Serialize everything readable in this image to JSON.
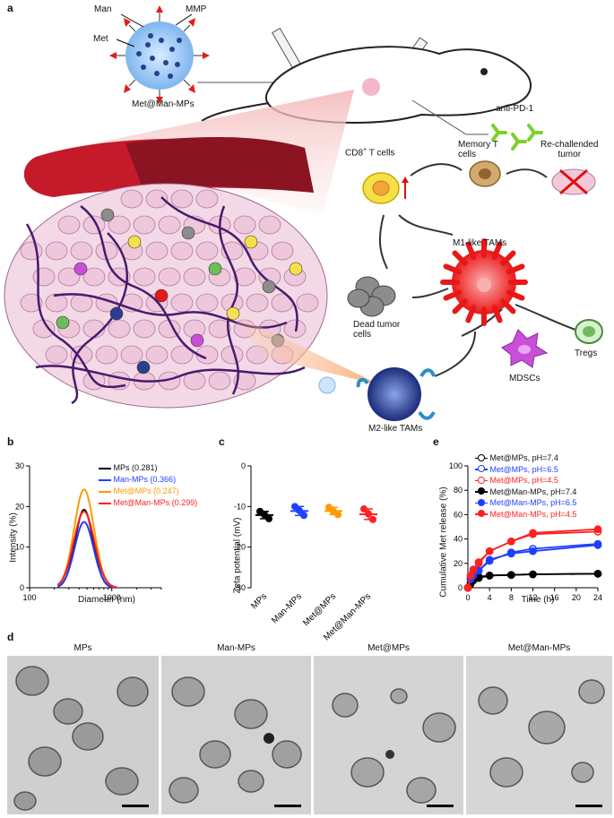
{
  "panel_a": {
    "label": "a",
    "particle_labels": {
      "man": "Man",
      "mmp": "MMP",
      "met": "Met",
      "name": "Met@Man-MPs"
    },
    "anti_pd1": "anti-PD-1",
    "cd8": "CD8",
    "cd8_sup": "+",
    "cd8_suffix": " T cells",
    "memory_t_1": "Memory T",
    "memory_t_2": "cells",
    "rechallenged_1": "Re-challended",
    "rechallenged_2": "tumor",
    "m1": "M1-like TAMs",
    "dead_1": "Dead tumor",
    "dead_2": "cells",
    "tregs": "Tregs",
    "mdscs": "MDSCs",
    "m2": "M2-like TAMs"
  },
  "panel_b": {
    "label": "b",
    "ylabel": "Intensity (%)",
    "xlabel": "Diameter (nm)",
    "yticks": [
      "0",
      "10",
      "20",
      "30"
    ],
    "xticks": [
      "100",
      "1000"
    ],
    "legend": [
      {
        "name": "MPs",
        "pdi": "(0.281)",
        "color": "#000000"
      },
      {
        "name": "Man-MPs",
        "pdi": "(0.366)",
        "color": "#1f3fff"
      },
      {
        "name": "Met@MPs",
        "pdi": "(0.247)",
        "color": "#ff9a00"
      },
      {
        "name": "Met@Man-MPs",
        "pdi": "(0.299)",
        "color": "#ff2020"
      }
    ]
  },
  "panel_c": {
    "label": "c",
    "ylabel": "Zeta potential (mV)",
    "yticks": [
      "0",
      "-10",
      "-20",
      "-30"
    ],
    "categories": [
      "MPs",
      "Man-MPs",
      "Met@MPs",
      "Met@Man-MPs"
    ]
  },
  "panel_e": {
    "label": "e",
    "ylabel": "Cumulative Met release (%)",
    "xlabel": "Time (h)",
    "yticks": [
      "0",
      "20",
      "40",
      "60",
      "80",
      "100"
    ],
    "xticks": [
      "0",
      "4",
      "8",
      "12",
      "16",
      "20",
      "24"
    ],
    "legend": [
      {
        "name": "Met@MPs, pH=7.4",
        "color": "#000000",
        "filled": false
      },
      {
        "name": "Met@MPs, pH=6.5",
        "color": "#1f3fff",
        "filled": false
      },
      {
        "name": "Met@MPs, pH=4.5",
        "color": "#ff2020",
        "filled": false
      },
      {
        "name": "Met@Man-MPs, pH=7.4",
        "color": "#000000",
        "filled": true
      },
      {
        "name": "Met@Man-MPs, pH=6.5",
        "color": "#1f3fff",
        "filled": true
      },
      {
        "name": "Met@Man-MPs, pH=4.5",
        "color": "#ff2020",
        "filled": true
      }
    ]
  },
  "panel_d": {
    "label": "d",
    "titles": [
      "MPs",
      "Man-MPs",
      "Met@MPs",
      "Met@Man-MPs"
    ]
  },
  "chart_data": [
    {
      "type": "line",
      "panel": "b",
      "xlabel": "Diameter (nm)",
      "ylabel": "Intensity (%)",
      "xscale": "log",
      "xlim": [
        100,
        4000
      ],
      "ylim": [
        0,
        30
      ],
      "grid": false,
      "legend_placement": "top-right",
      "series": [
        {
          "name": "MPs (0.281)",
          "color": "#000000",
          "peak_x": 460,
          "peak_y": 19.2
        },
        {
          "name": "Man-MPs (0.366)",
          "color": "#1f3fff",
          "peak_x": 460,
          "peak_y": 16.2
        },
        {
          "name": "Met@MPs (0.247)",
          "color": "#ff9a00",
          "peak_x": 460,
          "peak_y": 24.2
        },
        {
          "name": "Met@Man-MPs (0.299)",
          "color": "#ff2020",
          "peak_x": 460,
          "peak_y": 18.8
        }
      ]
    },
    {
      "type": "scatter",
      "panel": "c",
      "ylabel": "Zeta potential (mV)",
      "ylim": [
        -30,
        0
      ],
      "categories": [
        "MPs",
        "Man-MPs",
        "Met@MPs",
        "Met@Man-MPs"
      ],
      "colors": [
        "#000000",
        "#1f3fff",
        "#ff9a00",
        "#ff2020"
      ],
      "points": [
        [
          -11.2,
          -12.0,
          -13.0
        ],
        [
          -10.0,
          -11.0,
          -12.2
        ],
        [
          -10.2,
          -11.2,
          -12.0
        ],
        [
          -10.6,
          -11.8,
          -13.2
        ]
      ],
      "means": [
        -12.1,
        -11.1,
        -11.1,
        -11.9
      ],
      "sd": [
        0.9,
        1.1,
        0.9,
        1.3
      ]
    },
    {
      "type": "line",
      "panel": "e",
      "xlabel": "Time (h)",
      "ylabel": "Cumulative Met release (%)",
      "xlim": [
        0,
        24
      ],
      "ylim": [
        0,
        100
      ],
      "grid": false,
      "legend_placement": "top-left",
      "x": [
        0,
        0.5,
        1,
        2,
        4,
        8,
        12,
        24
      ],
      "series": [
        {
          "name": "Met@MPs, pH=7.4",
          "color": "#000000",
          "filled": false,
          "values": [
            0,
            4,
            7,
            9,
            10,
            10.5,
            11,
            11.5
          ]
        },
        {
          "name": "Met@MPs, pH=6.5",
          "color": "#1f3fff",
          "filled": false,
          "values": [
            0,
            7,
            11,
            14,
            22,
            29,
            32,
            36
          ]
        },
        {
          "name": "Met@MPs, pH=4.5",
          "color": "#ff2020",
          "filled": false,
          "values": [
            0,
            9,
            14,
            20,
            30,
            38,
            44,
            46
          ]
        },
        {
          "name": "Met@Man-MPs, pH=7.4",
          "color": "#000000",
          "filled": true,
          "values": [
            0,
            3,
            6,
            8,
            10,
            10.5,
            11,
            11.5
          ]
        },
        {
          "name": "Met@Man-MPs, pH=6.5",
          "color": "#1f3fff",
          "filled": true,
          "values": [
            0,
            7,
            10,
            14,
            23,
            28,
            30,
            35
          ]
        },
        {
          "name": "Met@Man-MPs, pH=4.5",
          "color": "#ff2020",
          "filled": true,
          "values": [
            0,
            10,
            15,
            21,
            30,
            38,
            45,
            48
          ]
        }
      ]
    }
  ]
}
